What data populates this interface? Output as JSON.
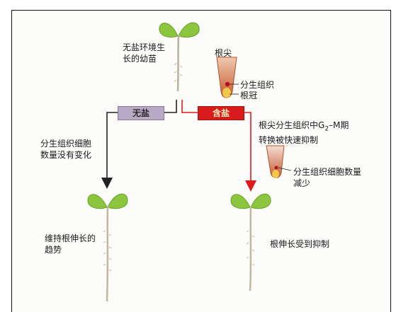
{
  "seedling_label": [
    "无盐环境生",
    "长的幼苗"
  ],
  "root_tip_title": "根尖",
  "meristem_label": "分生组织",
  "root_cap_label": "根冠",
  "no_salt_badge": "无盐",
  "salt_badge": "含盐",
  "no_salt_effect": [
    "分生组织细胞",
    "数量没有变化"
  ],
  "salt_effect": {
    "line1_pre": "根尖分生组织中G",
    "line1_sub": "2",
    "line1_post": "–M期",
    "line2": "转换被快速抑制"
  },
  "salt_tip_label": [
    "分生组织细胞数量",
    "减少"
  ],
  "no_salt_result": [
    "维持根伸长的",
    "趋势"
  ],
  "salt_result": "根伸长受到抑制",
  "colors": {
    "leaf": "#8cc63f",
    "arrow_black": "#222222",
    "arrow_red": "#e0191b",
    "root_tip": "#c9663a",
    "cap": "#f2c84b"
  }
}
